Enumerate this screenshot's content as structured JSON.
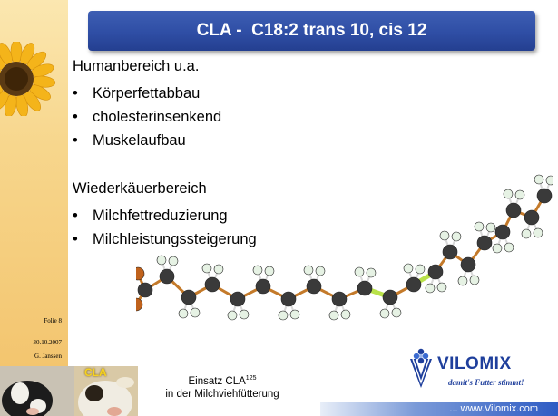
{
  "slide": {
    "title": "CLA -  C18:2 trans 10, cis 12",
    "sections": [
      {
        "heading": "Humanbereich u.a.",
        "bullets": [
          "Körperfettabbau",
          "cholesterinsenkend",
          "Muskelaufbau"
        ]
      },
      {
        "heading": "Wiederkäuerbereich",
        "bullets": [
          "Milchfettreduzierung",
          "Milchleistungssteigerung"
        ]
      }
    ],
    "bullet_glyph": "•",
    "meta": {
      "slide_number": "Folie 8",
      "date": "30.10.2007",
      "author": "G. Janssen"
    },
    "footer": {
      "caption_line1": "Einsatz CLA",
      "caption_sup": "125",
      "caption_line2": "in der Milchviehfütterung",
      "url": "... www.Vilomix.com",
      "cla_badge": "CLA"
    },
    "logo": {
      "brand": "VILOMIX",
      "slogan": "damit's Futter stimmt!"
    },
    "colors": {
      "title_bar": "#2f4ea5",
      "left_band": "#f7d68c",
      "carbon": "#3a3a3a",
      "hydrogen": "#e6f2e4",
      "oxygen": "#c0621c",
      "double_bond": "#b9e24a",
      "brand_blue": "#1f3f9c"
    },
    "icons": [
      "sunflower-image",
      "cow-photo",
      "vilomix-logo",
      "cla-molecule-model"
    ]
  }
}
